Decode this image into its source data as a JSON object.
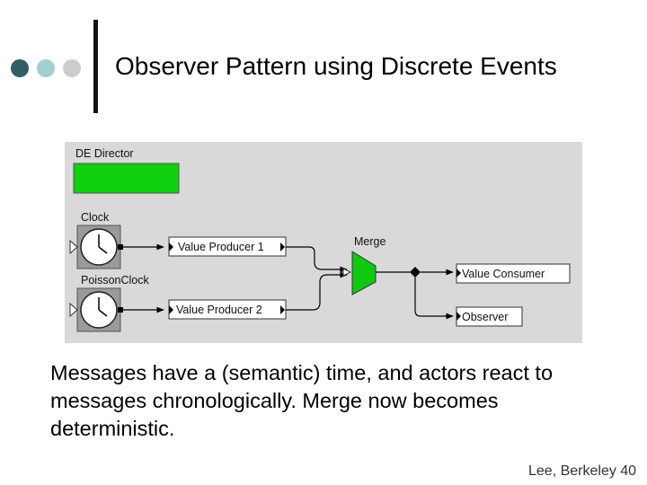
{
  "slide": {
    "title": "Observer Pattern using Discrete Events",
    "caption": "Messages have a (semantic) time, and actors react to messages chronologically. Merge now becomes deterministic.",
    "footer": "Lee, Berkeley 40"
  },
  "colors": {
    "dot1": "#2f5f63",
    "dot2": "#a3cfd3",
    "dot3": "#cccccc",
    "accent_green": "#10d010"
  },
  "diagram": {
    "director_label": "DE Director",
    "clock_label": "Clock",
    "poisson_clock_label": "PoissonClock",
    "producer1_label": "Value Producer 1",
    "producer2_label": "Value Producer 2",
    "merge_label": "Merge",
    "consumer_label": "Value Consumer",
    "observer_label": "Observer"
  }
}
